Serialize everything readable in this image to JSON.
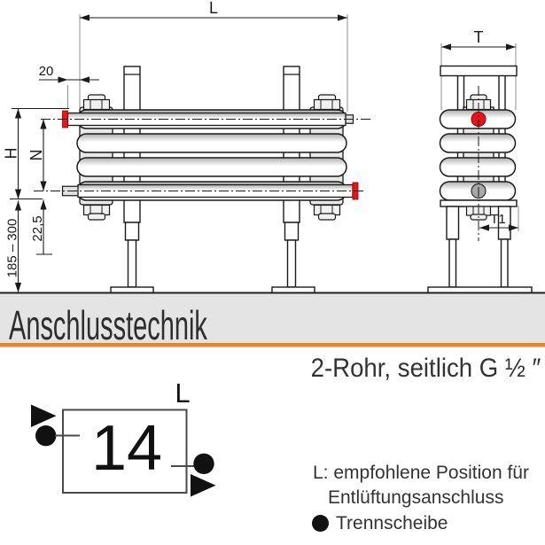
{
  "colors": {
    "accent_orange": "#ef8125",
    "connection_red": "#e8141c",
    "band_gray": "#e4e4e4",
    "drawing_line": "#1a1a1a"
  },
  "technical_drawing": {
    "front_view": {
      "label_length": "L",
      "label_connection_offset": "20",
      "label_height": "H",
      "label_hub_distance": "N",
      "label_hub_to_bottom": "22,5",
      "label_floor_clearance": "185 – 300"
    },
    "side_view": {
      "label_depth": "T",
      "label_foot_offset": "T1"
    }
  },
  "section_header": {
    "title": "Anschlusstechnik"
  },
  "connection_info": {
    "title": "2-Rohr, seitlich G ½ ″"
  },
  "schematic": {
    "label_position": "L",
    "model_number": "14"
  },
  "legend": {
    "note_line1": "L: empfohlene Position für",
    "note_line2": "Entlüftungsanschluss",
    "bullet_label": "Trennscheibe"
  }
}
